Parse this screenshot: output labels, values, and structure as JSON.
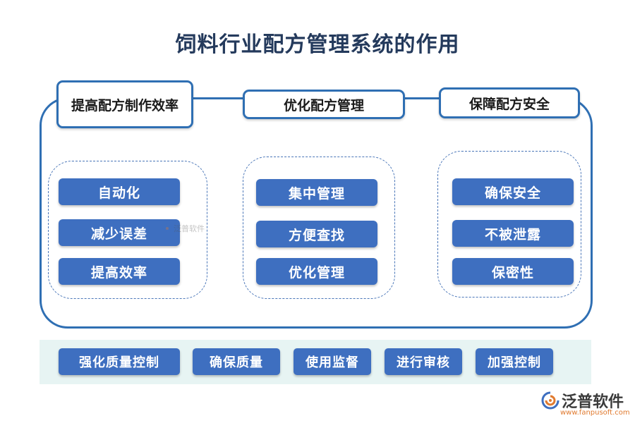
{
  "title": "饲料行业配方管理系统的作用",
  "columns": [
    {
      "heading": "提高配方制作效率",
      "items": [
        "自动化",
        "减少误差",
        "提高效率"
      ]
    },
    {
      "heading": "优化配方管理",
      "items": [
        "集中管理",
        "方便查找",
        "优化管理"
      ]
    },
    {
      "heading": "保障配方安全",
      "items": [
        "确保安全",
        "不被泄露",
        "保密性"
      ]
    }
  ],
  "bottom_items": [
    "强化质量控制",
    "确保质量",
    "使用监督",
    "进行审核",
    "加强控制"
  ],
  "watermark_center": "泛普软件",
  "logo": {
    "name": "泛普软件",
    "url": "www.fanpusoft.com"
  },
  "colors": {
    "title": "#243a5c",
    "outline": "#2f6fb3",
    "pill": "#3e6fc0",
    "band": "#e7f4f3",
    "logo_accent": "#e07a2f"
  }
}
